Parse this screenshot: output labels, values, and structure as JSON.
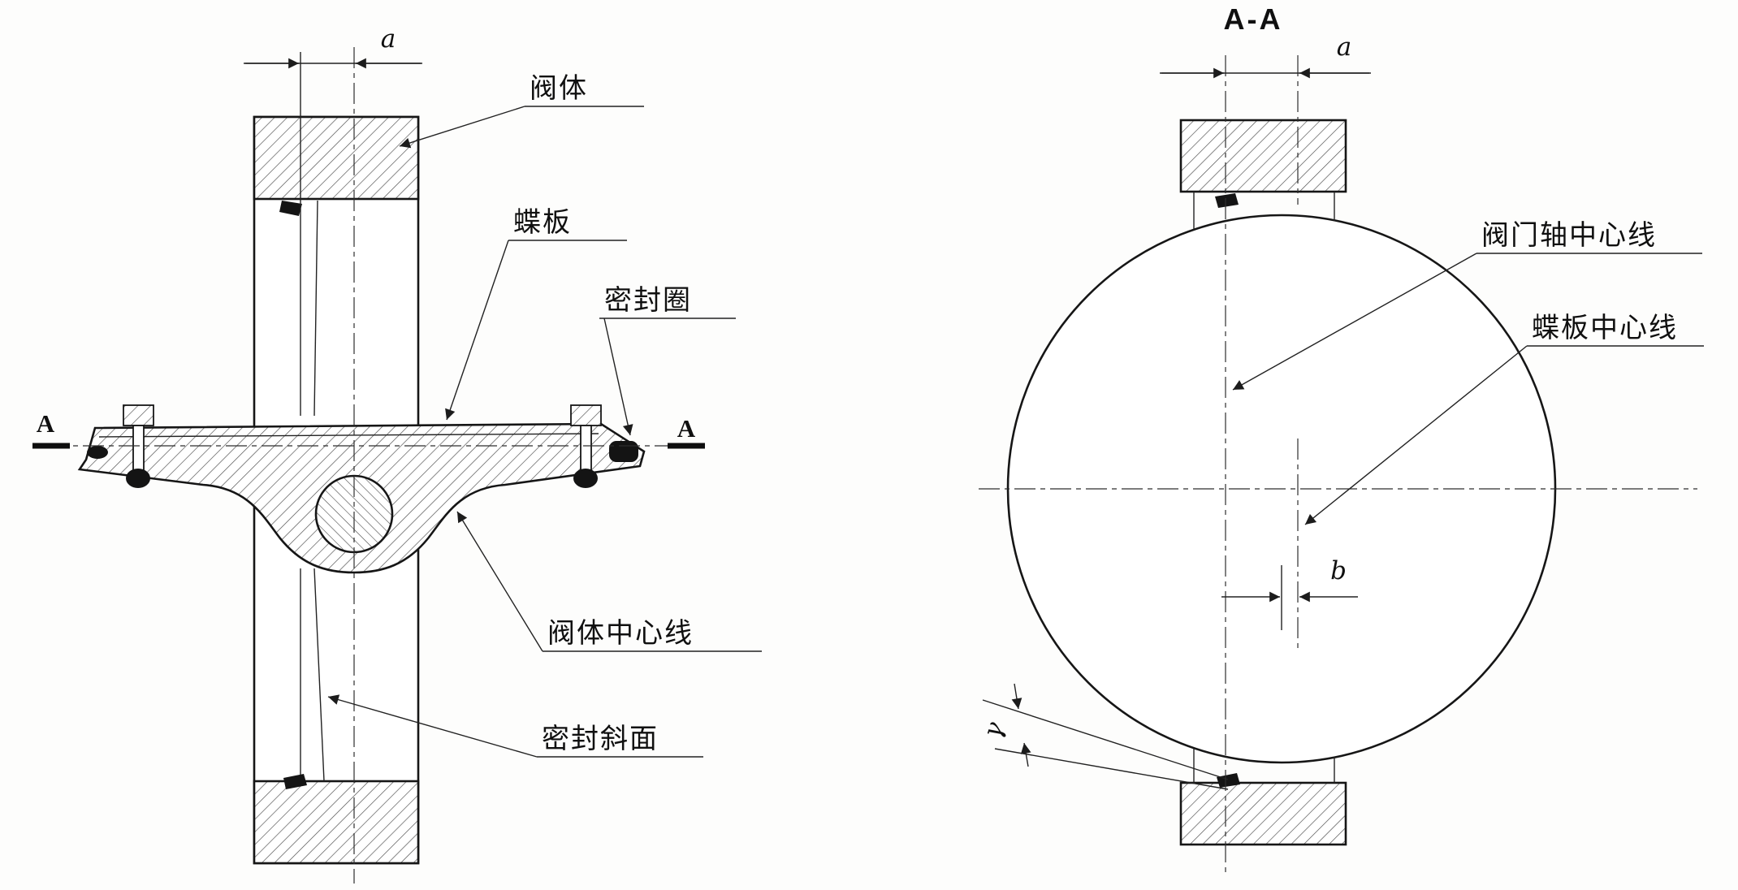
{
  "left_view": {
    "dim_a_label": "a",
    "section_label_left": "A",
    "section_label_right": "A",
    "callouts": {
      "valve_body": "阀体",
      "disc": "蝶板",
      "seal_ring": "密封圈",
      "body_centerline": "阀体中心线",
      "seal_face": "密封斜面"
    }
  },
  "right_view": {
    "section_title": "A-A",
    "dim_a_label": "a",
    "dim_b_label": "b",
    "angle_label": "γ",
    "callouts": {
      "shaft_centerline": "阀门轴中心线",
      "disc_centerline": "蝶板中心线"
    }
  }
}
